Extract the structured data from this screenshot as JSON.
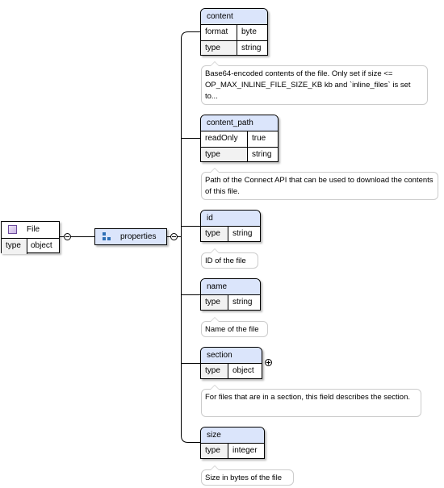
{
  "root": {
    "title": "File",
    "type_key": "type",
    "type_value": "object"
  },
  "properties_label": "properties",
  "nodes": [
    {
      "name": "content",
      "rows": [
        {
          "key": "format",
          "value": "byte"
        },
        {
          "key": "type",
          "value": "string"
        }
      ],
      "note": "Base64-encoded contents of the file. Only set if size <= OP_MAX_INLINE_FILE_SIZE_KB kb and `inline_files` is set to..."
    },
    {
      "name": "content_path",
      "rows": [
        {
          "key": "readOnly",
          "value": "true"
        },
        {
          "key": "type",
          "value": "string"
        }
      ],
      "note": "Path of the Connect API that can be used to download the contents of this file."
    },
    {
      "name": "id",
      "rows": [
        {
          "key": "type",
          "value": "string"
        }
      ],
      "note": "ID of the file"
    },
    {
      "name": "name",
      "rows": [
        {
          "key": "type",
          "value": "string"
        }
      ],
      "note": "Name of the file"
    },
    {
      "name": "section",
      "rows": [
        {
          "key": "type",
          "value": "object"
        }
      ],
      "note": "For files that are in a section, this field describes the section."
    },
    {
      "name": "size",
      "rows": [
        {
          "key": "type",
          "value": "integer"
        }
      ],
      "note": "Size in bytes of the file"
    }
  ],
  "colors": {
    "header_fill": "#dbe5fb",
    "key_fill": "#f2f2f2",
    "note_border": "#cccccc",
    "connector": "#000000"
  }
}
